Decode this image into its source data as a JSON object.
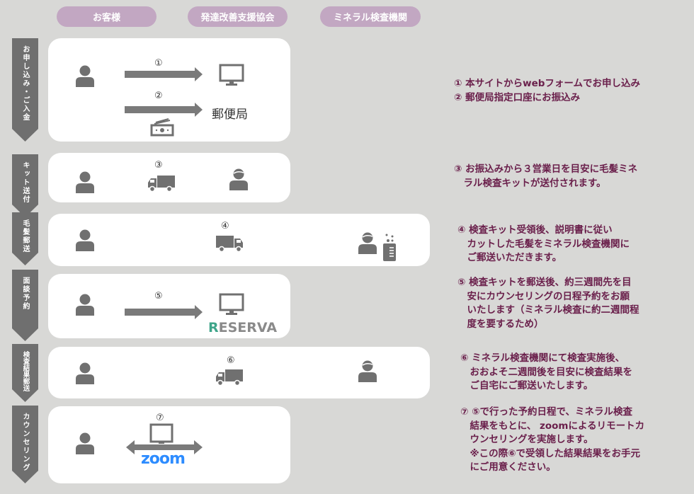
{
  "headers": [
    "お客様",
    "発達改善支援協会",
    "ミネラル検査機関"
  ],
  "steps": [
    {
      "label": "お申し込み・ご入金",
      "nums": [
        "①",
        "②"
      ],
      "post_office": "郵便局"
    },
    {
      "label": "キット送付",
      "nums": [
        "③"
      ]
    },
    {
      "label": "毛髪郵送",
      "nums": [
        "④"
      ]
    },
    {
      "label": "面談予約",
      "nums": [
        "⑤"
      ],
      "brand": "RESERVA"
    },
    {
      "label": "検査結果郵送",
      "nums": [
        "⑥"
      ]
    },
    {
      "label": "カウンセリング",
      "nums": [
        "⑦"
      ],
      "brand": "zoom"
    }
  ],
  "descriptions": [
    "① 本サイトからwebフォームでお申し込み\n② 郵便局指定口座にお振込み",
    "③ お振込みから３営業日を目安に毛髪ミネ\n　ラル検査キットが送付されます。",
    "④ 検査キット受領後、説明書に従い\n　カットした毛髪をミネラル検査機関に\n　ご郵送いただきます。",
    "⑤ 検査キットを郵送後、約三週間先を目\n　安にカウンセリングの日程予約をお願\n　いたします（ミネラル検査に約二週間程\n　度を要するため）",
    "⑥ ミネラル検査機関にて検査実施後、\n　おおよそ二週間後を目安に検査結果を\n　ご自宅にご郵送いたします。",
    "⑦ ⑤で行った予約日程で、ミネラル検査\n　結果をもとに、 zoomによるリモートカ\n　ウンセリングを実施します。\n　※この際⑥で受領した結果結果をお手元\n　にご用意ください。"
  ],
  "colors": {
    "pill": "#c2a7c2",
    "text": "#6a1f4b",
    "reserva": "#3fa58a",
    "zoom": "#2d8cff"
  }
}
